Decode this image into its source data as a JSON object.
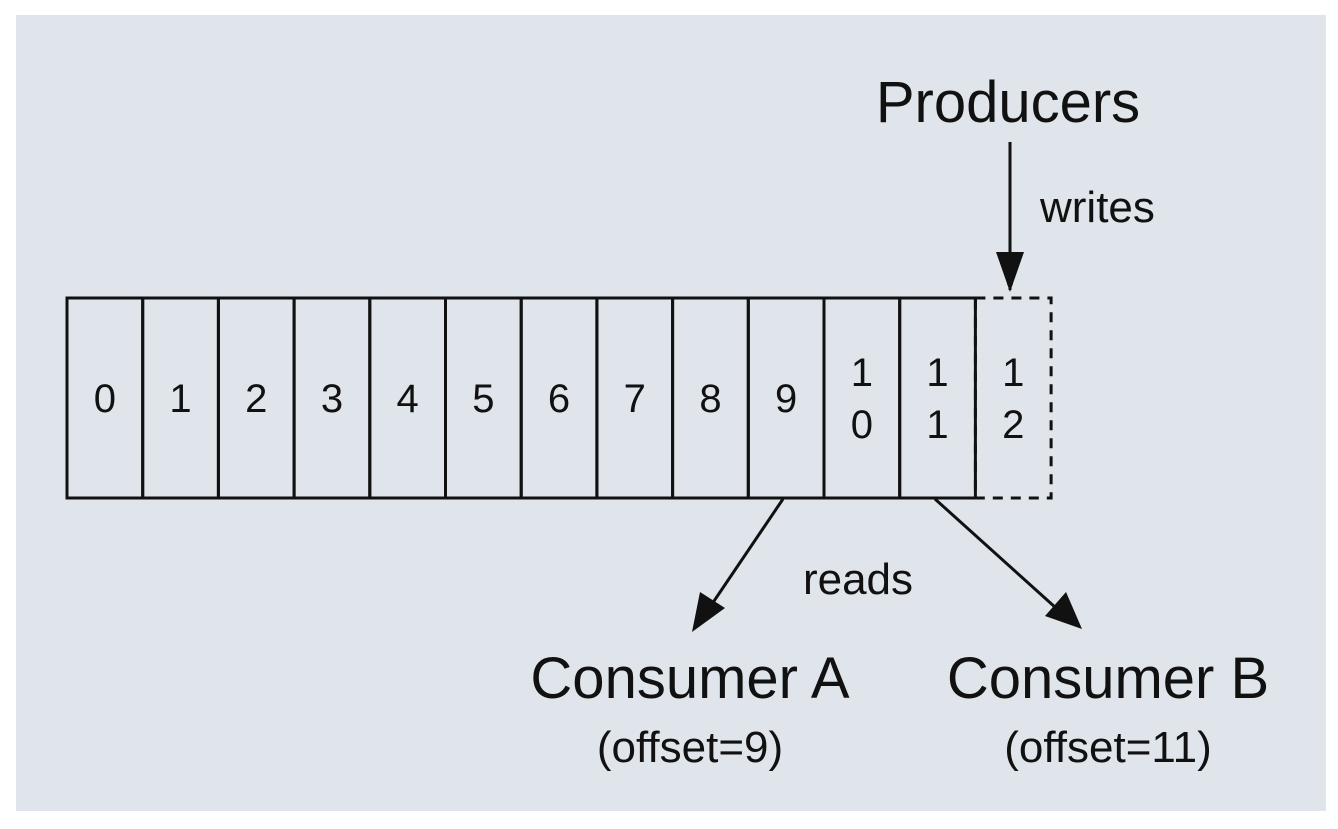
{
  "colors": {
    "panel": "#dfe5ea",
    "ink": "#111111",
    "page": "#ffffff"
  },
  "log": {
    "cells": [
      [
        "0"
      ],
      [
        "1"
      ],
      [
        "2"
      ],
      [
        "3"
      ],
      [
        "4"
      ],
      [
        "5"
      ],
      [
        "6"
      ],
      [
        "7"
      ],
      [
        "8"
      ],
      [
        "9"
      ],
      [
        "1",
        "0"
      ],
      [
        "1",
        "1"
      ]
    ],
    "pending_cell": [
      "1",
      "2"
    ]
  },
  "producers": {
    "label": "Producers",
    "action": "writes"
  },
  "consumers": {
    "action": "reads",
    "a": {
      "name": "Consumer A",
      "offset": "(offset=9)"
    },
    "b": {
      "name": "Consumer B",
      "offset": "(offset=11)"
    }
  }
}
